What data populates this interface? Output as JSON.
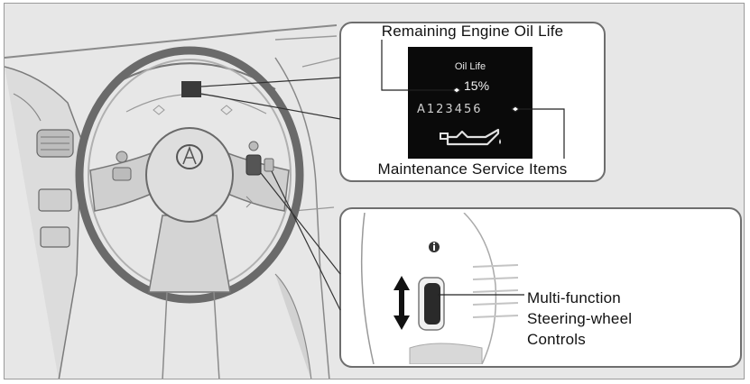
{
  "figure": {
    "remaining_oil_title": "Remaining Engine Oil Life",
    "display": {
      "oil_life_label": "Oil Life",
      "oil_life_percent": "15%",
      "service_codes": "A123456"
    },
    "maintenance_label": "Maintenance Service Items",
    "controls_label_lines": [
      "Multi-function",
      "Steering-wheel",
      "Controls"
    ],
    "info_button_glyph": "i",
    "icons": [
      "oil-can-icon",
      "up-down-arrow-icon",
      "info-icon",
      "steering-wheel-logo-icon"
    ]
  }
}
